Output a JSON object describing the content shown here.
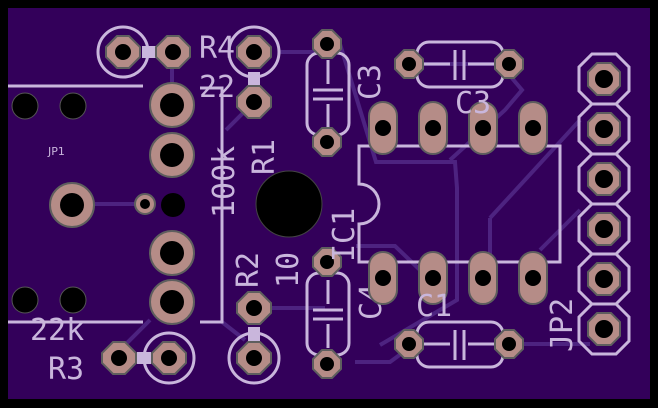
{
  "colors": {
    "background": "#000000",
    "board": "#33005a",
    "pad": "#b58c87",
    "silkscreen": "#c9b6dc",
    "trace": "#4d2380"
  },
  "labels": {
    "r4": "R4",
    "r4_value": "22",
    "r1": "R1",
    "r1_value": "100k",
    "jp1": "JP1",
    "r2": "R2",
    "r2_value": "10",
    "r3": "R3",
    "r3_value": "22k",
    "c3_vertical": "C3",
    "c3_top": "C3",
    "c4": "C4",
    "c1": "C1",
    "ic1": "IC1",
    "jp2": "JP2"
  }
}
